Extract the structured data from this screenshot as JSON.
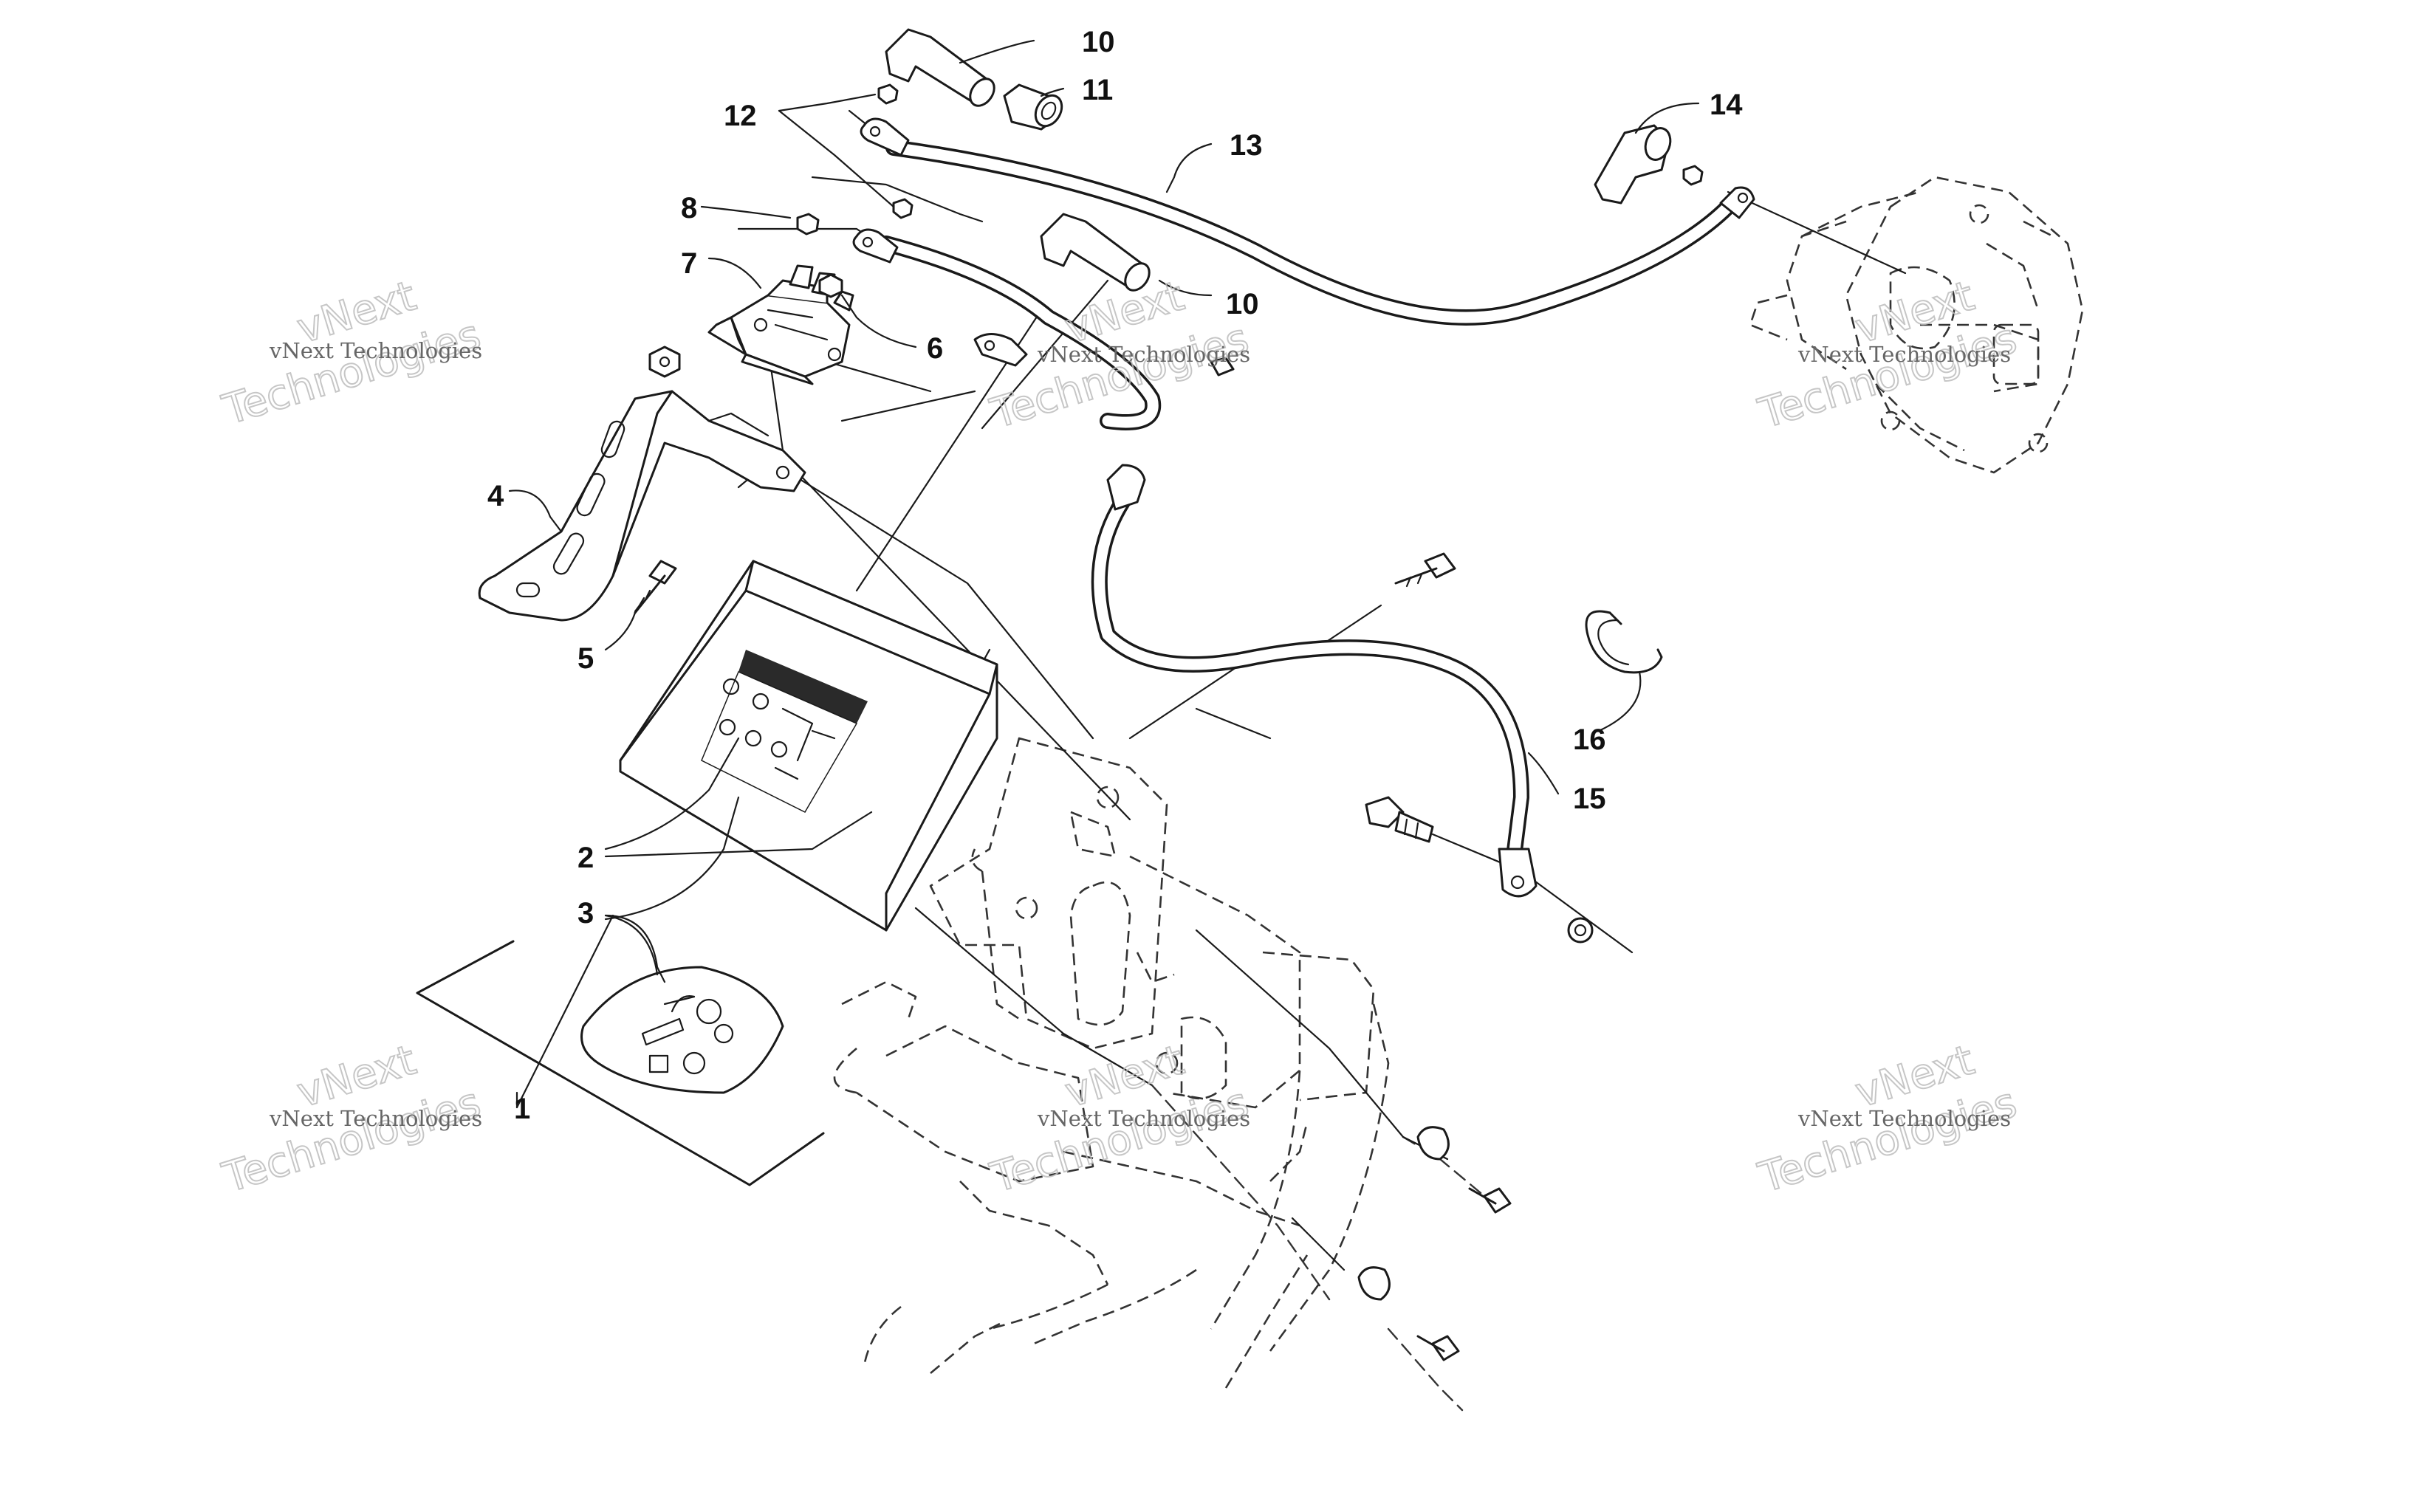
{
  "diagram": {
    "callouts": [
      {
        "id": "1",
        "text": "1"
      },
      {
        "id": "2",
        "text": "2"
      },
      {
        "id": "3",
        "text": "3"
      },
      {
        "id": "4",
        "text": "4"
      },
      {
        "id": "5",
        "text": "5"
      },
      {
        "id": "6",
        "text": "6"
      },
      {
        "id": "7",
        "text": "7"
      },
      {
        "id": "8",
        "text": "8"
      },
      {
        "id": "10a",
        "text": "10"
      },
      {
        "id": "10b",
        "text": "10"
      },
      {
        "id": "11",
        "text": "11"
      },
      {
        "id": "12",
        "text": "12"
      },
      {
        "id": "13",
        "text": "13"
      },
      {
        "id": "14",
        "text": "14"
      },
      {
        "id": "15",
        "text": "15"
      },
      {
        "id": "16",
        "text": "16"
      }
    ],
    "watermark": {
      "line1": "vNext Technologies",
      "big1": "vNext",
      "big2": "Technologies"
    },
    "colors": {
      "line": "#1a1a1a",
      "dashed": "#333333",
      "watermark": "#bdbdbd",
      "background": "#ffffff"
    }
  }
}
